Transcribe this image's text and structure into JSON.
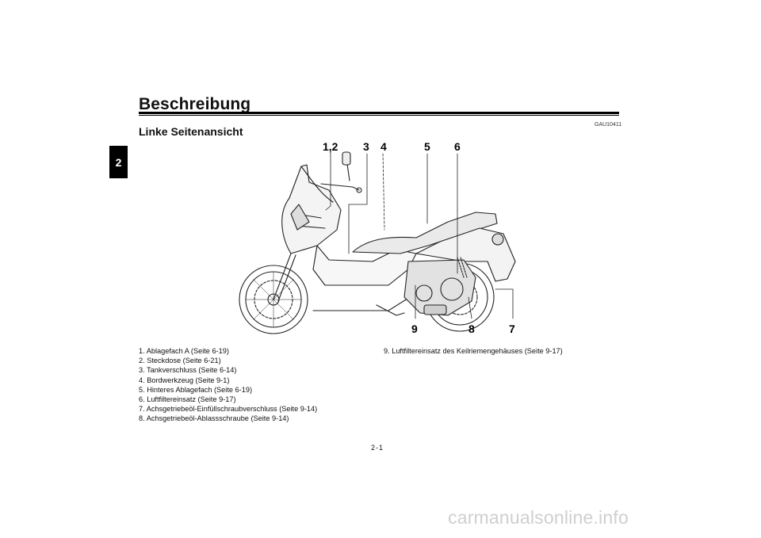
{
  "header": {
    "title": "Beschreibung"
  },
  "chapter_tab": "2",
  "doc_code": "GAU10411",
  "section_title": "Linke Seitenansicht",
  "figure": {
    "callouts_top": [
      "1,2",
      "3",
      "4",
      "5",
      "6"
    ],
    "callouts_bottom": [
      "9",
      "8",
      "7"
    ]
  },
  "legend_left": [
    "1.  Ablagefach A (Seite 6-19)",
    "2.  Steckdose (Seite 6-21)",
    "3.  Tankverschluss (Seite 6-14)",
    "4.  Bordwerkzeug (Seite 9-1)",
    "5.  Hinteres Ablagefach (Seite 6-19)",
    "6.  Luftfiltereinsatz (Seite 9-17)",
    "7.  Achsgetriebeöl-Einfüllschraubverschluss (Seite 9-14)",
    "8.  Achsgetriebeöl-Ablassschraube (Seite 9-14)"
  ],
  "legend_right": [
    "9.  Luftfiltereinsatz des Keilriemengehäuses (Seite 9-17)"
  ],
  "page_number": "2-1",
  "watermark": "carmanualsonline.info"
}
